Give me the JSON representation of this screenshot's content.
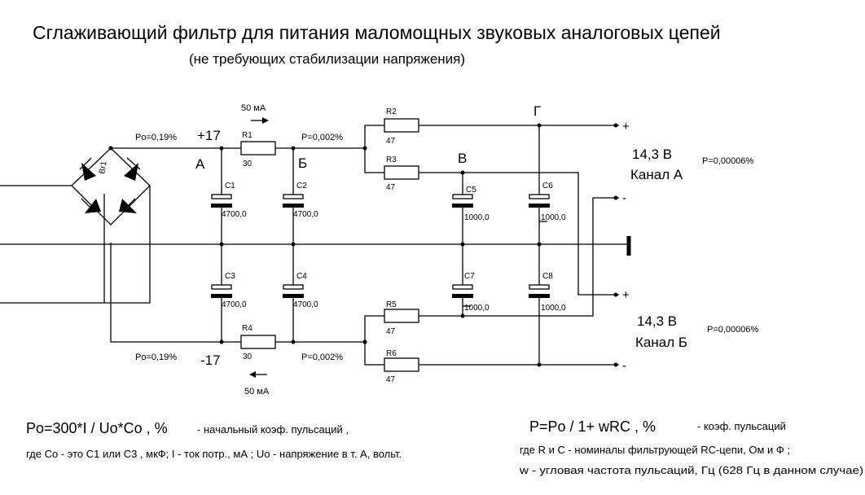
{
  "title": "Сглаживающий фильтр для питания маломощных  звуковых аналоговых цепей",
  "subtitle": "(не требующих стабилизации напряжения)",
  "bridge_label": "Br1",
  "voltages": {
    "pos": "+17",
    "neg": "-17"
  },
  "nodes": {
    "A": "А",
    "B": "Б",
    "V": "В",
    "G": "Г"
  },
  "pulsation": {
    "po_top": "Po=0,19%",
    "po_bottom": "Po=0,19%",
    "p_top": "P=0,002%",
    "p_bottom": "P=0,002%",
    "out_a": "P=0,00006%",
    "out_b": "P=0,00006%"
  },
  "currents": {
    "top": "50 мА",
    "bottom": "50 мА"
  },
  "resistors": [
    {
      "name": "R1",
      "value": "30"
    },
    {
      "name": "R2",
      "value": "47"
    },
    {
      "name": "R3",
      "value": "47"
    },
    {
      "name": "R4",
      "value": "30"
    },
    {
      "name": "R5",
      "value": "47"
    },
    {
      "name": "R6",
      "value": "47"
    }
  ],
  "capacitors": [
    {
      "name": "C1",
      "value": "4700,0"
    },
    {
      "name": "C2",
      "value": "4700,0"
    },
    {
      "name": "C3",
      "value": "4700,0"
    },
    {
      "name": "C4",
      "value": "4700,0"
    },
    {
      "name": "C5",
      "value": "1000,0"
    },
    {
      "name": "C6",
      "value": "1000,0"
    },
    {
      "name": "C7",
      "value": "1000,0"
    },
    {
      "name": "C8",
      "value": "1000,0"
    }
  ],
  "channels": {
    "a_voltage": "14,3 В",
    "a_name": "Канал А",
    "b_voltage": "14,3 В",
    "b_name": "Канал Б"
  },
  "terminals": {
    "plus": "+",
    "minus": "-"
  },
  "formulas": {
    "f1": "Po=300*I / Uo*Co , %",
    "f1_desc": "- начальный коэф. пульсаций ,",
    "f1_where": "где Со - это С1 или С3 , мкФ;  I - ток потр., мА ;  Uo - напряжение  в т. А,  вольт.",
    "f2": "P=Po / 1+ wRC , %",
    "f2_desc": "- коэф. пульсаций",
    "f2_where1": "где R и C - номиналы фильтрующей RC-цепи, Ом  и Ф ;",
    "f2_where2": "w - угловая частота пульсаций, Гц (628 Гц в данном случае)"
  }
}
